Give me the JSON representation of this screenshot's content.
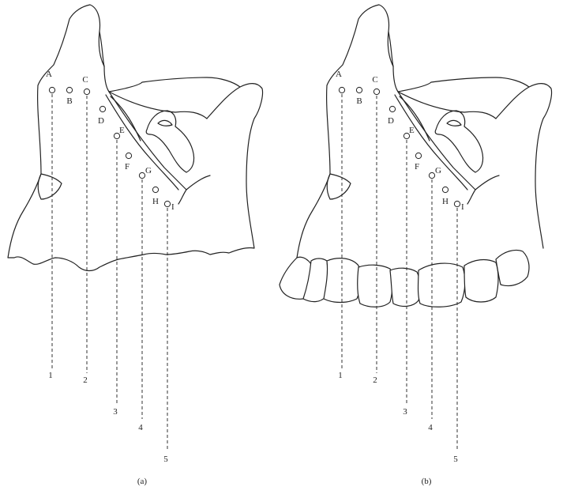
{
  "panels": [
    {
      "caption": "(a)",
      "points": [
        {
          "label": "A"
        },
        {
          "label": "B"
        },
        {
          "label": "C"
        },
        {
          "label": "D"
        },
        {
          "label": "E"
        },
        {
          "label": "F"
        },
        {
          "label": "G"
        },
        {
          "label": "H"
        },
        {
          "label": "I"
        }
      ],
      "lines": [
        {
          "label": "1"
        },
        {
          "label": "2"
        },
        {
          "label": "3"
        },
        {
          "label": "4"
        },
        {
          "label": "5"
        }
      ]
    },
    {
      "caption": "(b)",
      "points": [
        {
          "label": "A"
        },
        {
          "label": "B"
        },
        {
          "label": "C"
        },
        {
          "label": "D"
        },
        {
          "label": "E"
        },
        {
          "label": "F"
        },
        {
          "label": "G"
        },
        {
          "label": "H"
        },
        {
          "label": "I"
        }
      ],
      "lines": [
        {
          "label": "1"
        },
        {
          "label": "2"
        },
        {
          "label": "3"
        },
        {
          "label": "4"
        },
        {
          "label": "5"
        }
      ]
    }
  ]
}
